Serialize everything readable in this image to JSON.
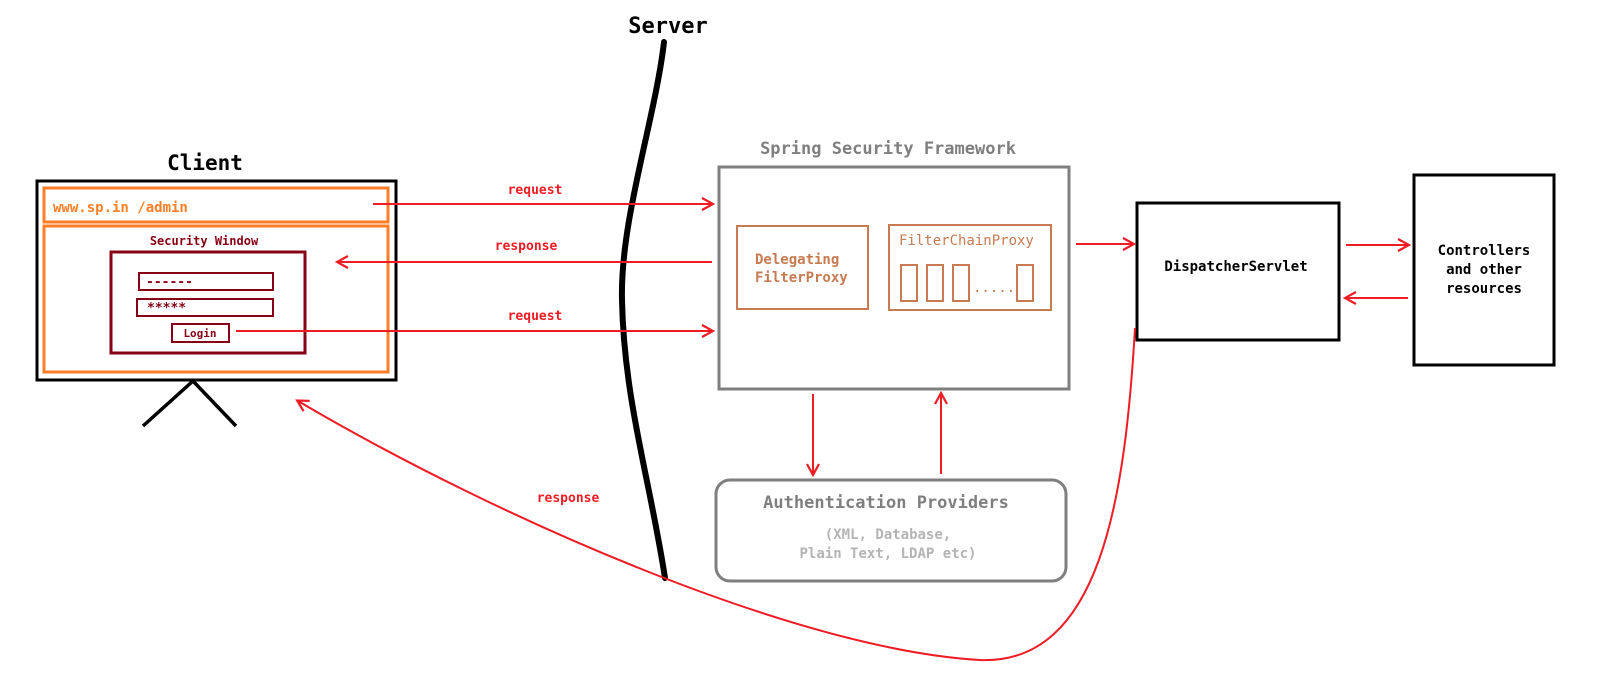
{
  "server": {
    "title": "Server"
  },
  "client": {
    "title": "Client",
    "url": "www.sp.in /admin",
    "security_window_title": "Security Window",
    "username_mask": "------",
    "password_mask": "*****",
    "login_label": "Login"
  },
  "framework": {
    "title": "Spring Security Framework",
    "delegating_line1": "Delegating",
    "delegating_line2": "FilterProxy",
    "filterchain_title": "FilterChainProxy",
    "filterchain_dots": "....."
  },
  "auth": {
    "title": "Authentication Providers",
    "desc_line1": "(XML, Database,",
    "desc_line2": "Plain Text, LDAP etc)"
  },
  "dispatcher": {
    "label": "DispatcherServlet"
  },
  "controllers": {
    "line1": "Controllers",
    "line2": "and other",
    "line3": "resources"
  },
  "arrows": {
    "request_1": "request",
    "response_1": "response",
    "request_2": "request",
    "response_2": "response"
  },
  "colors": {
    "arrow": "#ee1c24",
    "orange": "#ff7f27",
    "maroon": "#880015",
    "brown": "#c77b52",
    "gray": "#7f7f7f",
    "light_gray": "#b4b4b4",
    "black": "#000000"
  }
}
